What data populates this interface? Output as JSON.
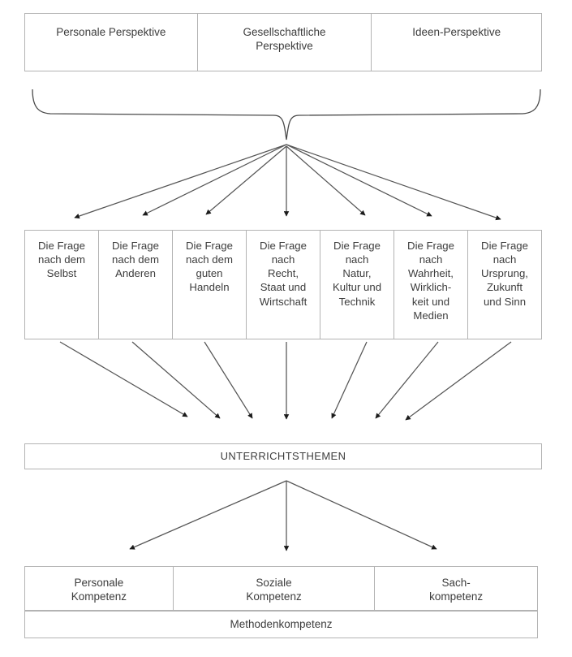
{
  "diagram": {
    "title_text": "UNTERRICHTSTHEMEN",
    "colors": {
      "border": "#b3b3b3",
      "text": "#3d3d3d",
      "connector": "#555555",
      "background": "#ffffff"
    }
  },
  "perspectives": {
    "items": [
      {
        "label": "Personale Perspektive"
      },
      {
        "label": "Gesellschaftliche\nPerspektive"
      },
      {
        "label": "Ideen-Perspektive"
      }
    ]
  },
  "questions": {
    "items": [
      {
        "label": "Die Frage\nnach dem\nSelbst"
      },
      {
        "label": "Die Frage\nnach dem\nAnderen"
      },
      {
        "label": "Die Frage\nnach dem\nguten\nHandeln"
      },
      {
        "label": "Die Frage\nnach\nRecht,\nStaat und\nWirtschaft"
      },
      {
        "label": "Die Frage\nnach\nNatur,\nKultur und\nTechnik"
      },
      {
        "label": "Die Frage\nnach\nWahrheit,\nWirklich-\nkeit und\nMedien"
      },
      {
        "label": "Die Frage\nnach\nUrsprung,\nZukunft\nund Sinn"
      }
    ]
  },
  "themes": {
    "label": "UNTERRICHTSTHEMEN"
  },
  "competences": {
    "items": [
      {
        "label": "Personale\nKompetenz"
      },
      {
        "label": "Soziale\nKompetenz"
      },
      {
        "label": "Sach-\nkompetenz"
      }
    ],
    "method": {
      "label": "Methodenkompetenz"
    }
  }
}
